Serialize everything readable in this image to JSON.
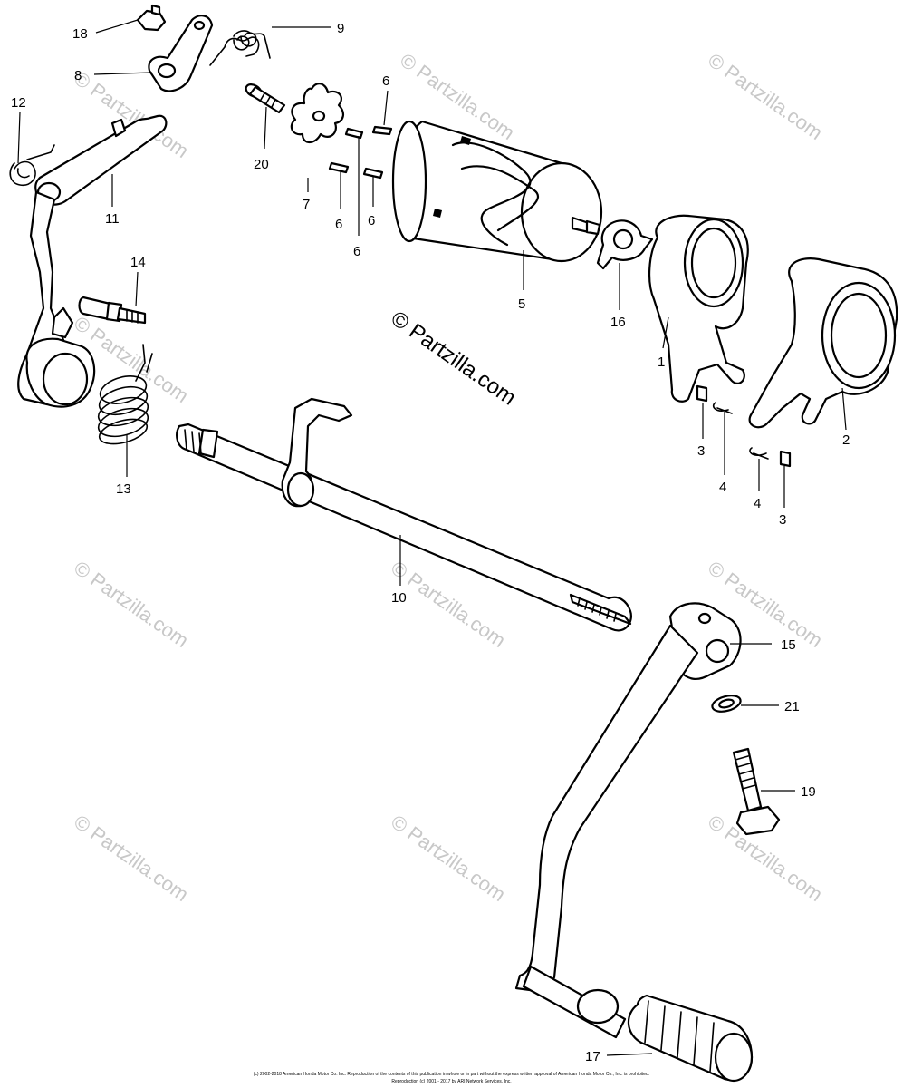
{
  "diagram": {
    "watermark": "© Partzilla.com",
    "copyright_lines": [
      "(c) 2002-2018 American Honda Motor Co. Inc. Reproduction of the contents of this publication in whole or in part without the express written approval of American Honda Motor Co., Inc. is prohibited.",
      "Reproduction (c) 2001 - 2017 by ARI Network Services, Inc."
    ],
    "callouts": [
      "18",
      "9",
      "8",
      "6",
      "12",
      "20",
      "11",
      "7",
      "6",
      "6",
      "6",
      "14",
      "5",
      "16",
      "13",
      "1",
      "3",
      "4",
      "2",
      "4",
      "3",
      "10",
      "15",
      "21",
      "19",
      "17"
    ]
  },
  "colors": {
    "ink": "#000000",
    "watermark": "#c8c8c8",
    "background": "#ffffff"
  }
}
